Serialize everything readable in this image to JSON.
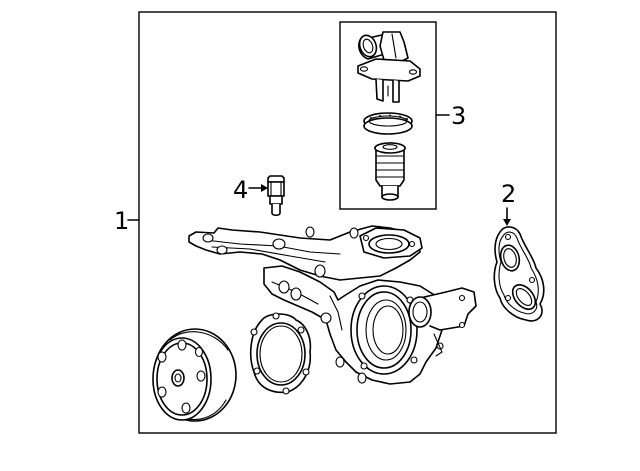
{
  "callouts": {
    "assembly": "1",
    "gasket_right": "2",
    "thermostat_kit": "3",
    "sensor": "4"
  }
}
